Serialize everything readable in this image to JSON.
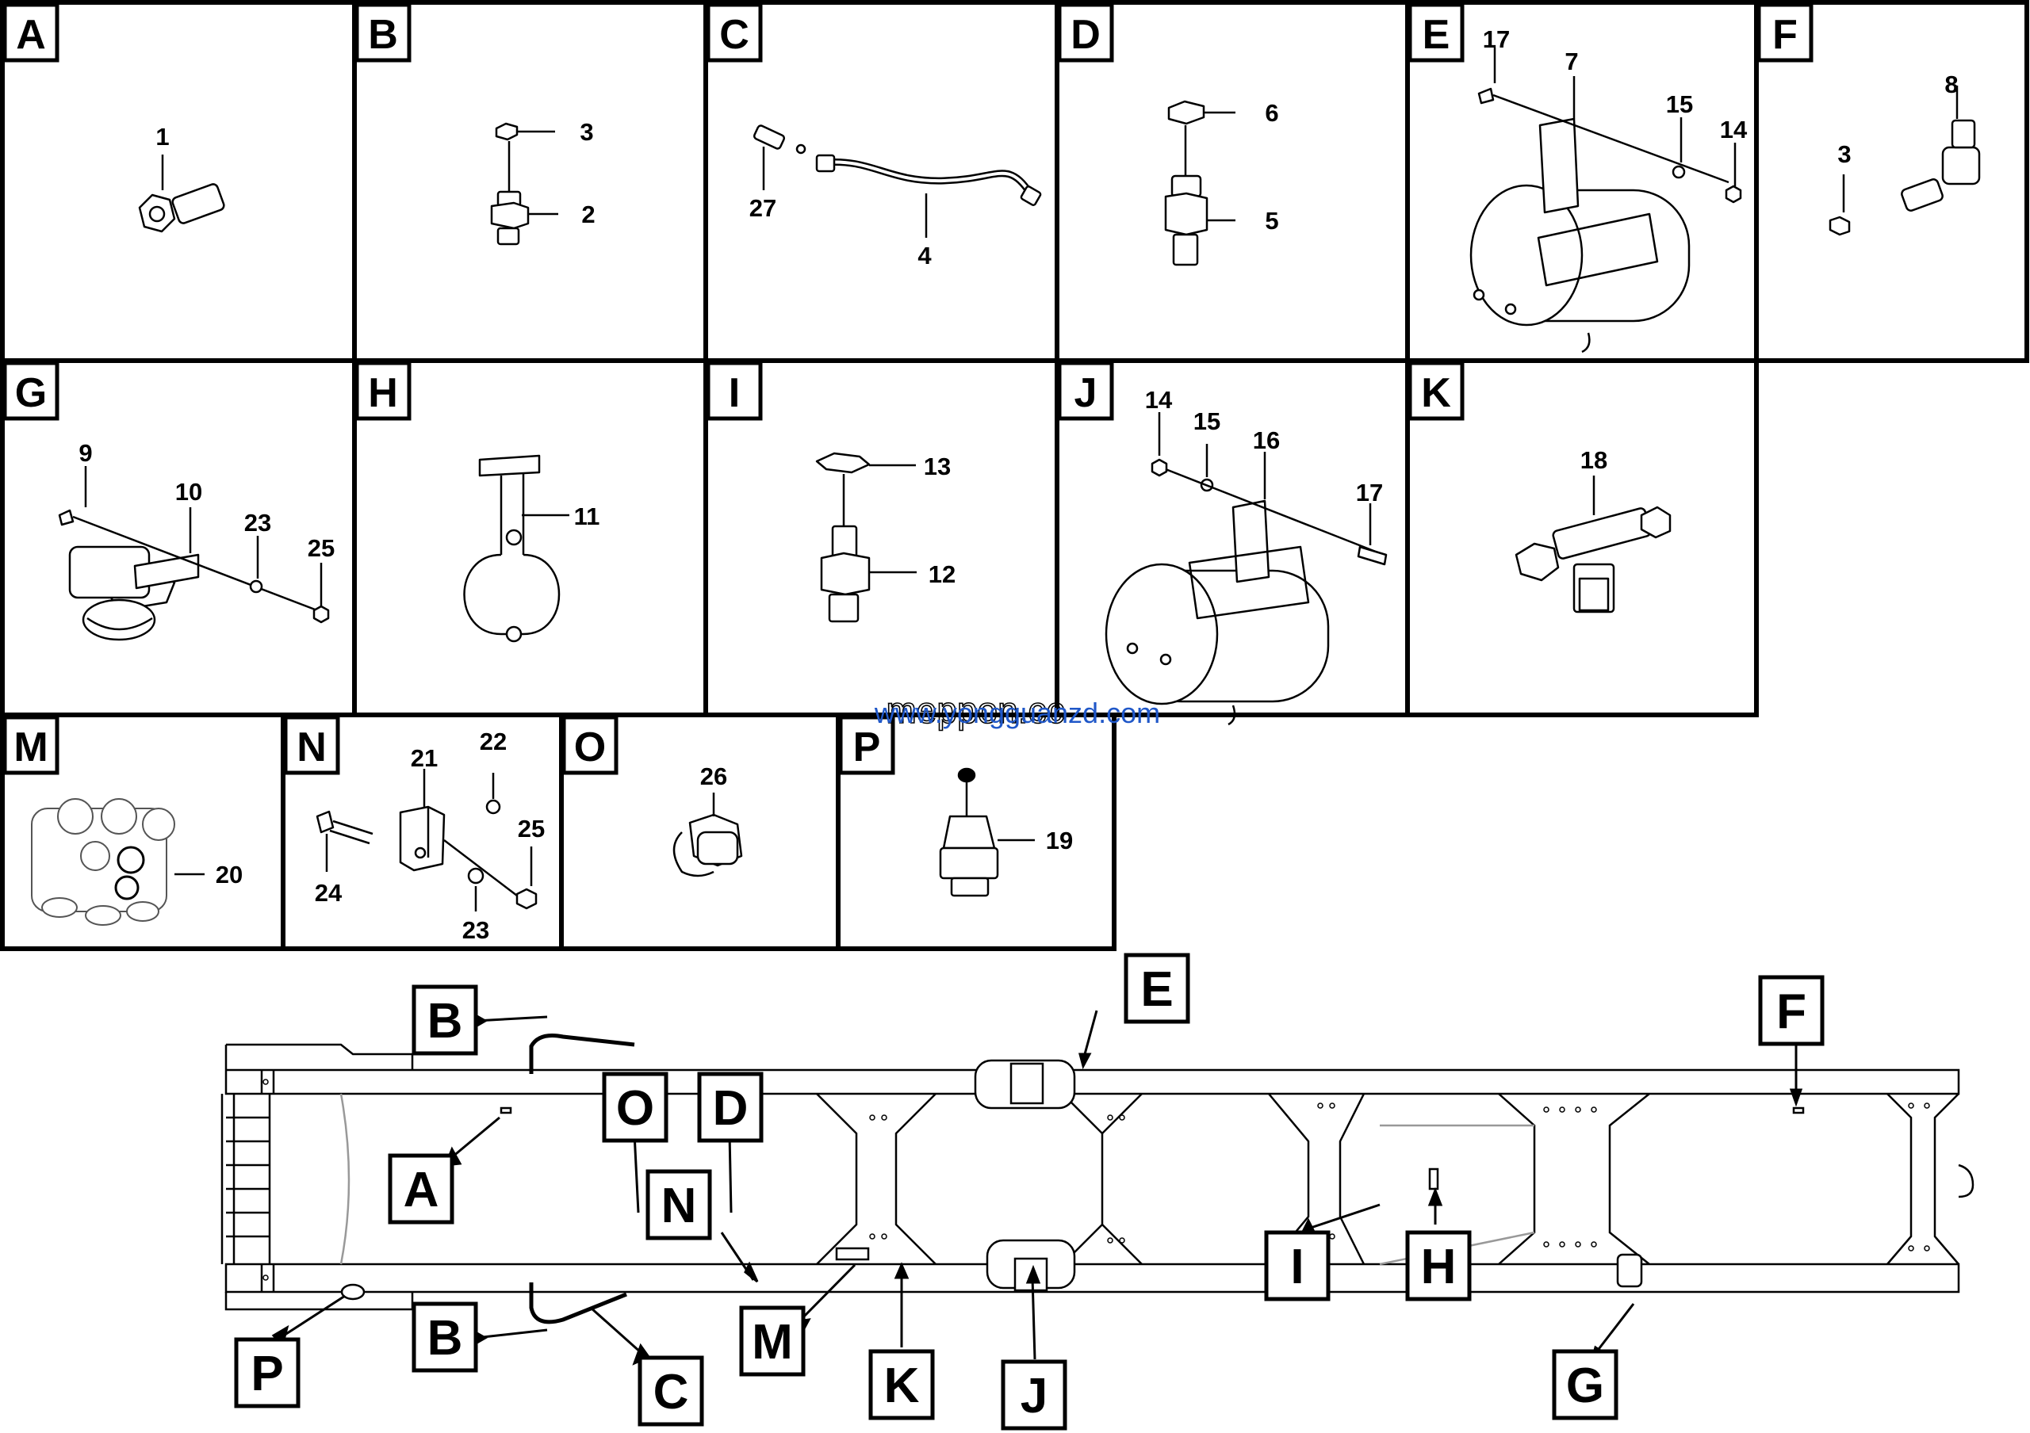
{
  "watermark": {
    "line1": "www.yongguanzd.com",
    "line2": "meppon.cc"
  },
  "panels": [
    {
      "letter": "A",
      "parts": [
        {
          "num": "1"
        }
      ]
    },
    {
      "letter": "B",
      "parts": [
        {
          "num": "3"
        },
        {
          "num": "2"
        }
      ]
    },
    {
      "letter": "C",
      "parts": [
        {
          "num": "27"
        },
        {
          "num": "4"
        }
      ]
    },
    {
      "letter": "D",
      "parts": [
        {
          "num": "6"
        },
        {
          "num": "5"
        }
      ]
    },
    {
      "letter": "E",
      "parts": [
        {
          "num": "17"
        },
        {
          "num": "7"
        },
        {
          "num": "15"
        },
        {
          "num": "14"
        }
      ]
    },
    {
      "letter": "F",
      "parts": [
        {
          "num": "8"
        },
        {
          "num": "3"
        }
      ]
    },
    {
      "letter": "G",
      "parts": [
        {
          "num": "9"
        },
        {
          "num": "10"
        },
        {
          "num": "23"
        },
        {
          "num": "25"
        }
      ]
    },
    {
      "letter": "H",
      "parts": [
        {
          "num": "11"
        }
      ]
    },
    {
      "letter": "I",
      "parts": [
        {
          "num": "13"
        },
        {
          "num": "12"
        }
      ]
    },
    {
      "letter": "J",
      "parts": [
        {
          "num": "14"
        },
        {
          "num": "15"
        },
        {
          "num": "16"
        },
        {
          "num": "17"
        }
      ]
    },
    {
      "letter": "K",
      "parts": [
        {
          "num": "18"
        }
      ]
    },
    {
      "letter": "M",
      "parts": [
        {
          "num": "20"
        }
      ]
    },
    {
      "letter": "N",
      "parts": [
        {
          "num": "21"
        },
        {
          "num": "22"
        },
        {
          "num": "25"
        },
        {
          "num": "24"
        },
        {
          "num": "23"
        }
      ]
    },
    {
      "letter": "O",
      "parts": [
        {
          "num": "26"
        }
      ]
    },
    {
      "letter": "P",
      "parts": [
        {
          "num": "19"
        }
      ]
    }
  ],
  "chassis_callouts": [
    {
      "letter": "B"
    },
    {
      "letter": "E"
    },
    {
      "letter": "F"
    },
    {
      "letter": "A"
    },
    {
      "letter": "O"
    },
    {
      "letter": "D"
    },
    {
      "letter": "N"
    },
    {
      "letter": "I"
    },
    {
      "letter": "H"
    },
    {
      "letter": "M"
    },
    {
      "letter": "P"
    },
    {
      "letter": "B"
    },
    {
      "letter": "C"
    },
    {
      "letter": "K"
    },
    {
      "letter": "J"
    },
    {
      "letter": "G"
    }
  ]
}
